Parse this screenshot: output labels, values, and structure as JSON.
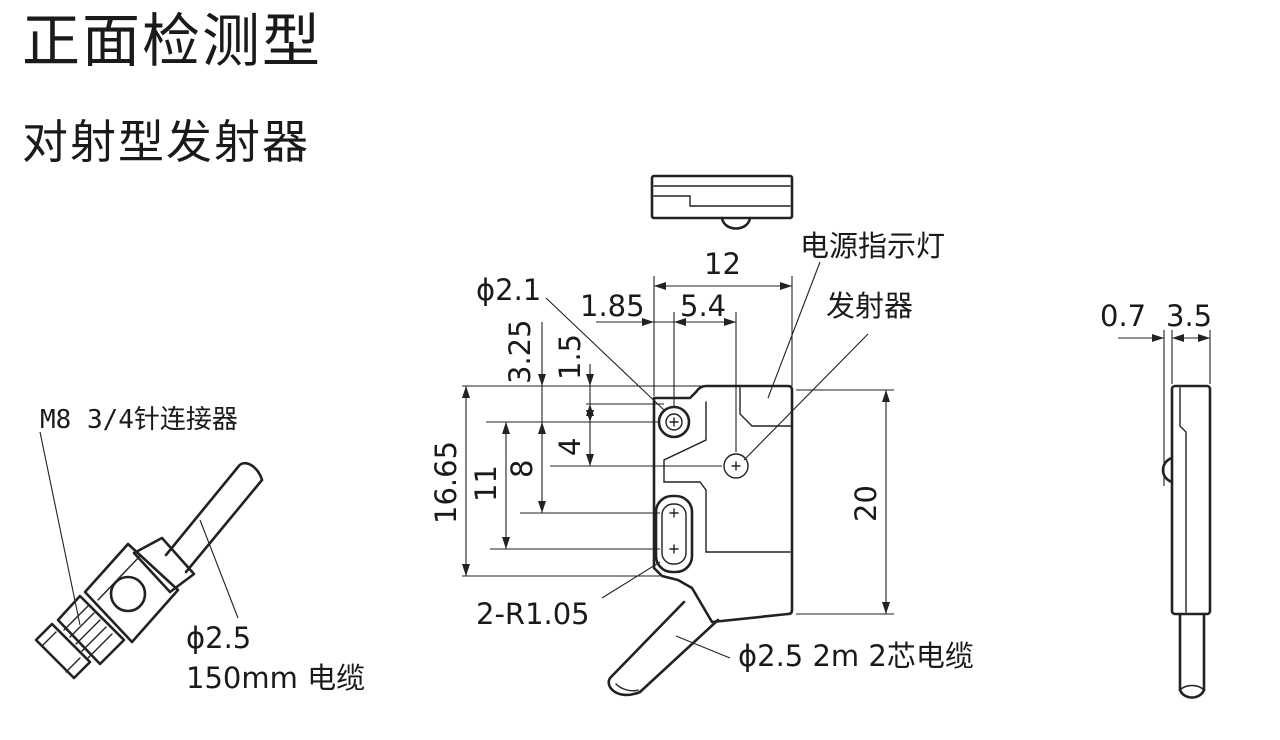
{
  "title": "正面检测型",
  "subtitle": "对射型发射器",
  "connector": {
    "label": "M8 3/4针连接器",
    "cable_dia": "2.5",
    "cable_desc": "150mm 电缆"
  },
  "front_view": {
    "width": "12",
    "hole_dia": "2.1",
    "dim_1_85": "1.85",
    "dim_5_4": "5.4",
    "dim_3_25": "3.25",
    "dim_1_5": "1.5",
    "dim_4": "4",
    "dim_8": "8",
    "dim_11": "11",
    "dim_16_65": "16.65",
    "dim_20": "20",
    "radius": "2-R1.05",
    "led_label": "电源指示灯",
    "emitter_label": "发射器",
    "cable_label": "2.5 2m 2芯电缆"
  },
  "side_view": {
    "dim_0_7": "0.7",
    "dim_3_5": "3.5"
  },
  "phi_symbol": "ϕ"
}
